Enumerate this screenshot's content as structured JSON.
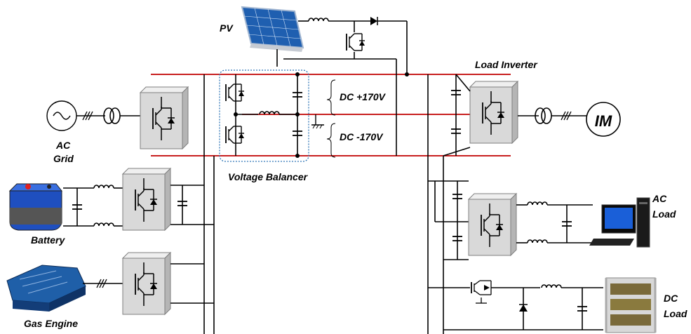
{
  "labels": {
    "pv": "PV",
    "load_inverter": "Load Inverter",
    "dc_pos": "DC +170V",
    "dc_neg": "DC -170V",
    "ac_grid_line1": "AC",
    "ac_grid_line2": "Grid",
    "voltage_balancer": "Voltage Balancer",
    "battery": "Battery",
    "gas_engine": "Gas Engine",
    "im": "IM",
    "ac_load_line1": "AC",
    "ac_load_line2": "Load",
    "dc_load_line1": "DC",
    "dc_load_line2": "Load"
  },
  "colors": {
    "dc_bus": "#c00000",
    "wire": "#000000",
    "converter_box": "#d9d9d9",
    "balancer_outline": "#2e75b6"
  }
}
